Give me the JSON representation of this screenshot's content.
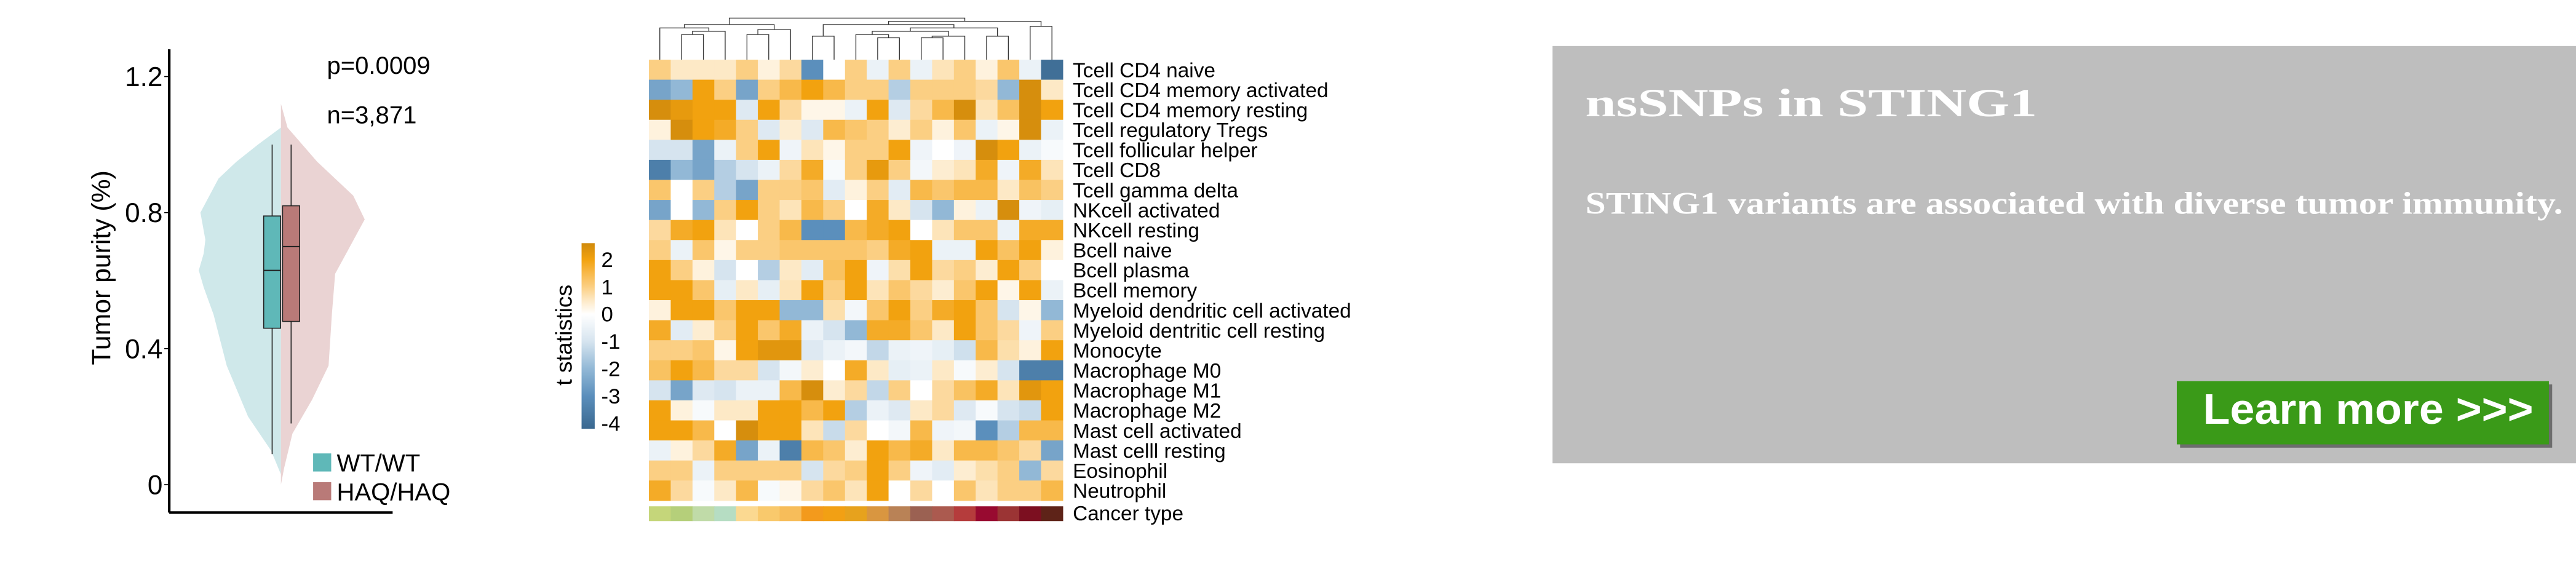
{
  "chart_data": [
    {
      "type": "violin",
      "ylabel": "Tumor purity (%)",
      "yticks": [
        0,
        0.4,
        0.8,
        1.2
      ],
      "ytick_labels": [
        "0",
        "0.4",
        "0.8",
        "1.2"
      ],
      "ylim": [
        -0.08,
        1.26
      ],
      "annotations": [
        "p=0.0009",
        "n=3,871"
      ],
      "legend_position": "bottom-right",
      "series": [
        {
          "name": "WT/WT",
          "color": "#5fb8b8",
          "violin_color": "#cfe8ea",
          "box": {
            "whisker_low": 0.09,
            "q1": 0.46,
            "median": 0.63,
            "q3": 0.79,
            "whisker_high": 1.0
          }
        },
        {
          "name": "HAQ/HAQ",
          "color": "#b97a78",
          "violin_color": "#ead3d3",
          "box": {
            "whisker_low": 0.18,
            "q1": 0.48,
            "median": 0.7,
            "q3": 0.82,
            "whisker_high": 1.0
          }
        }
      ]
    },
    {
      "type": "heatmap",
      "rows": [
        "Tcell CD4 naive",
        "Tcell CD4 memory activated",
        "Tcell CD4 memory resting",
        "Tcell regulatory Tregs",
        "Tcell follicular helper",
        "Tcell CD8",
        "Tcell gamma delta",
        "NKcell activated",
        "NKcell resting",
        "Bcell naive",
        "Bcell plasma",
        "Bcell memory",
        "Myeloid dendritic cell activated",
        "Myeloid dentritic cell resting",
        "Monocyte",
        "Macrophage M0",
        "Macrophage M1",
        "Macrophage M2",
        "Mast cell activated",
        "Mast celll resting",
        "Eosinophil",
        "Neutrophil"
      ],
      "values": [
        [
          1,
          0.5,
          0.5,
          0.5,
          1,
          0.3,
          0.8,
          -3,
          0,
          1,
          -0.5,
          1,
          -0.5,
          0.6,
          1,
          0.3,
          1.2,
          -0.5,
          -4
        ],
        [
          -2.5,
          -2,
          2,
          1,
          -2.5,
          1,
          1.5,
          2,
          1.5,
          1,
          1,
          -1.5,
          1,
          1,
          1,
          0.8,
          -2,
          2.5,
          0.5
        ],
        [
          2.5,
          2.2,
          2,
          2,
          -0.8,
          2,
          0.8,
          0.2,
          0.2,
          -0.5,
          2,
          -0.8,
          0.8,
          1.5,
          2.5,
          0.6,
          1.3,
          2.5,
          2
        ],
        [
          0.3,
          2.5,
          2,
          1.8,
          1,
          -0.8,
          0.4,
          -0.8,
          1.5,
          1.2,
          1,
          0.4,
          1,
          0.3,
          1.2,
          -0.5,
          0.2,
          2.5,
          -0.5
        ],
        [
          -1,
          -1,
          -2.5,
          -0.5,
          1,
          2,
          -0.4,
          0.6,
          0.2,
          1,
          1,
          2,
          -0.4,
          0,
          -0.4,
          2.5,
          2,
          -0.5,
          -0.2
        ],
        [
          -3.5,
          -2,
          -2.5,
          -1.5,
          -1,
          -0.5,
          0.8,
          1.8,
          -0.2,
          1,
          2.2,
          1,
          -0.3,
          0.4,
          0.6,
          1.8,
          -0.4,
          1.8,
          0.6
        ],
        [
          1.2,
          0,
          1,
          -1.5,
          -2.5,
          1,
          1,
          1.2,
          -0.7,
          0.3,
          1,
          -0.7,
          1.5,
          1.2,
          1.5,
          1.5,
          0.5,
          1.3,
          1
        ],
        [
          -2.5,
          0,
          -2,
          1,
          2,
          1,
          0.6,
          1.5,
          1,
          0,
          1.8,
          0.5,
          -1,
          -2,
          0.3,
          -0.5,
          2.5,
          -0.4,
          -0.6
        ],
        [
          0.8,
          1.8,
          2,
          0.6,
          0,
          1,
          1.5,
          -3,
          -3,
          1.5,
          1.8,
          2,
          0,
          0.6,
          1.2,
          1.2,
          -0.5,
          1.8,
          1.8
        ],
        [
          1,
          -0.5,
          1.2,
          0.2,
          1,
          1,
          1.2,
          1.2,
          1.2,
          1.2,
          1,
          1.8,
          2,
          -0.5,
          -0.5,
          2,
          1.3,
          2,
          0.3
        ],
        [
          2,
          1,
          0.3,
          -1,
          0,
          -1.5,
          0.5,
          -0.7,
          1.3,
          2,
          -0.4,
          0.7,
          2,
          0.8,
          1,
          0.4,
          2,
          1,
          0
        ],
        [
          2,
          2,
          1.2,
          -0.6,
          0.5,
          -0.6,
          0.6,
          2,
          1,
          2,
          0.6,
          1.2,
          0.8,
          0.4,
          1.2,
          2,
          0.2,
          2,
          -0.5
        ],
        [
          0.3,
          2,
          2,
          1.2,
          2,
          2,
          -2,
          -2,
          0.7,
          -0.3,
          1.2,
          2,
          1,
          1.8,
          2,
          1.2,
          -1,
          0.2,
          -2
        ],
        [
          1.8,
          -0.7,
          0.4,
          1,
          2,
          1.2,
          1.8,
          -0.5,
          -1,
          -2,
          1.8,
          1.8,
          1.2,
          0.5,
          2,
          1.2,
          0.8,
          -0.4,
          1
        ],
        [
          1,
          1,
          1.2,
          0.2,
          2,
          2.3,
          2.3,
          -0.8,
          -0.5,
          -0.3,
          -1.3,
          -0.5,
          -0.4,
          -0.6,
          -1.1,
          1.5,
          0.7,
          0.3,
          2
        ],
        [
          1.3,
          2,
          1.5,
          0.8,
          0.8,
          -1,
          -0.3,
          0.4,
          0,
          1.8,
          0.5,
          -0.6,
          -0.5,
          0.5,
          -0.2,
          0.4,
          -1,
          -3.5,
          -3.5
        ],
        [
          -1,
          -2.5,
          -0.8,
          -1,
          -0.5,
          -0.5,
          1.5,
          2.5,
          0.4,
          0.8,
          -1.3,
          1,
          0,
          0.8,
          1.3,
          1.8,
          0.6,
          2.3,
          2
        ],
        [
          2,
          0.3,
          -0.2,
          0.5,
          0.5,
          2,
          2,
          1.5,
          2,
          -1.5,
          -0.5,
          -0.8,
          0.5,
          0.8,
          -0.8,
          -0.2,
          -1,
          -1.2,
          2
        ],
        [
          2,
          2,
          1.5,
          0,
          2.5,
          2,
          2,
          0.6,
          -1.2,
          0.8,
          0,
          -0.3,
          1.5,
          -0.4,
          -0.3,
          -3,
          -1.5,
          1.5,
          1.5
        ],
        [
          -0.5,
          0.3,
          0.8,
          1.8,
          -2.5,
          -0.5,
          -3.5,
          1.5,
          1.2,
          0.4,
          2,
          1.5,
          1.8,
          0.5,
          1.5,
          1.5,
          1.2,
          0.8,
          -2.5
        ],
        [
          1,
          1,
          -0.5,
          1,
          1,
          1,
          1,
          -1,
          0.8,
          1,
          2,
          1,
          -0.4,
          -0.7,
          0.4,
          0.7,
          1,
          -2,
          0.8
        ],
        [
          1.8,
          0.8,
          -0.2,
          0.5,
          1.5,
          -0.2,
          0.2,
          0.8,
          1.2,
          0.6,
          2,
          0,
          0.8,
          0,
          1.2,
          0.6,
          1,
          1,
          1.5
        ]
      ],
      "column_dendrogram": true,
      "colorbar": {
        "label": "t statistics",
        "ticks": [
          "2",
          "1",
          "0",
          "-1",
          "-2",
          "-3",
          "-4"
        ],
        "range": [
          -4.2,
          2.6
        ],
        "low_color": "#3a6890",
        "mid_color": "#ffffff",
        "high_color": "#d48a0c"
      },
      "annotation_row": {
        "label": "Cancer type",
        "colors": [
          "#c5d67a",
          "#b5cf7a",
          "#c0dba8",
          "#b6ddc3",
          "#fbd991",
          "#f9c96c",
          "#f7bd5a",
          "#f39a1c",
          "#f2a014",
          "#e7a21d",
          "#d99640",
          "#b98256",
          "#9b6152",
          "#ab5a4f",
          "#b53c3c",
          "#980a30",
          "#9b3434",
          "#7c0f20",
          "#5e2318"
        ]
      }
    }
  ],
  "banner": {
    "title": "nsSNPs in STING1",
    "subtitle": "STING1 variants are associated with diverse tumor immunity.",
    "button_label": "Learn more >>>",
    "background": "#bebebe",
    "button_color": "#3a9a18"
  }
}
